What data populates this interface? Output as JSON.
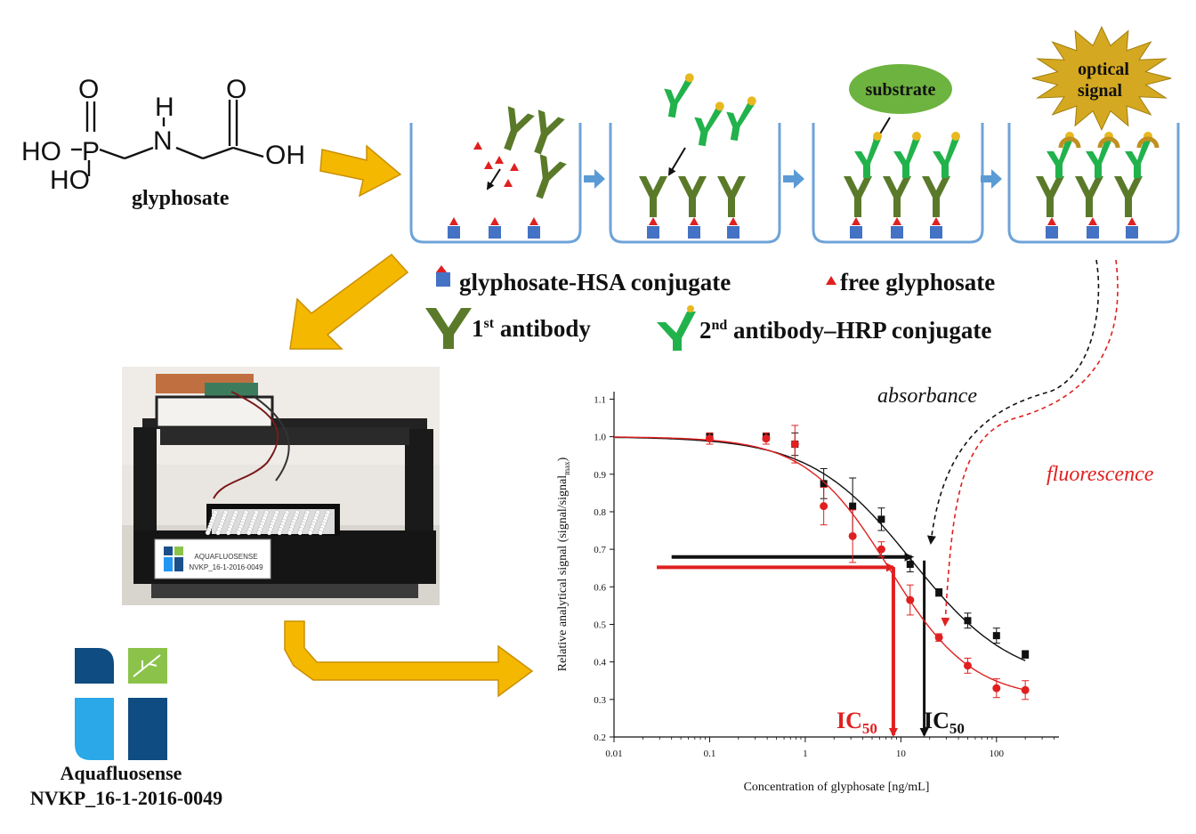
{
  "molecule": {
    "atoms": {
      "o_top_left": "O",
      "p": "P",
      "h_nh": "H",
      "n": "N",
      "o_top_right": "O",
      "ho_left": "HO",
      "ho_bottom": "HO",
      "oh_right": "OH"
    },
    "name": "glyphosate"
  },
  "labels": {
    "substrate": "substrate",
    "optical_signal_1": "optical",
    "optical_signal_2": "signal"
  },
  "legend": {
    "conjugate": "glyphosate-HSA conjugate",
    "free": "free glyphosate",
    "first_ab_pre": "1",
    "first_ab_sup": "st",
    "first_ab_post": " antibody",
    "second_ab_pre": "2",
    "second_ab_sup": "nd",
    "second_ab_post": " antibody–HRP conjugate"
  },
  "device": {
    "label_line1": "AQUAFLUOSENSE",
    "label_line2": "NVKP_16-1-2016-0049"
  },
  "project": {
    "name": "Aquafluosense",
    "code": "NVKP_16-1-2016-0049"
  },
  "annotations": {
    "absorbance": "absorbance",
    "fluorescence": "fluorescence",
    "ic50_red": "IC",
    "ic50_red_sub": "50",
    "ic50_black": "IC",
    "ic50_black_sub": "50"
  },
  "colors": {
    "arrow_gold": "#F5B800",
    "well_blue": "#6FA3D8",
    "antibody_dark": "#5A7A2A",
    "antibody_light": "#22B24C",
    "hrp_gold": "#E8B820",
    "hsa_blue": "#4472C4",
    "red": "#E02020",
    "black": "#111111"
  },
  "chart_data": {
    "type": "scatter",
    "title": "",
    "xlabel": "Concentration of glyphosate [ng/mL]",
    "ylabel": "Relative analytical signal (signal/signal",
    "ylabel_sub": "max",
    "ylabel_close": ")",
    "xscale": "log",
    "xlim": [
      0.01,
      450
    ],
    "ylim": [
      0.2,
      1.12
    ],
    "xticks": [
      0.01,
      0.1,
      1,
      10,
      100
    ],
    "xtick_labels": [
      "0.01",
      "0.1",
      "1",
      "10",
      "100"
    ],
    "yticks": [
      0.2,
      0.3,
      0.4,
      0.5,
      0.6,
      0.7,
      0.8,
      0.9,
      1.0,
      1.1
    ],
    "ytick_labels": [
      "0.2",
      "0.3",
      "0.4",
      "0.5",
      "0.6",
      "0.7",
      "0.8",
      "0.9",
      "1.0",
      "1.1"
    ],
    "series": [
      {
        "color": "#111111",
        "marker": "square",
        "x": [
          0.1,
          0.39,
          0.78,
          1.56,
          3.13,
          6.25,
          12.5,
          25,
          50,
          100,
          200
        ],
        "y": [
          1.0,
          1.0,
          0.98,
          0.875,
          0.815,
          0.78,
          0.66,
          0.585,
          0.51,
          0.47,
          0.42
        ],
        "err": [
          0.01,
          0.01,
          0.03,
          0.04,
          0.075,
          0.03,
          0.02,
          0.01,
          0.02,
          0.02,
          0.01
        ],
        "fit": {
          "top": 1.0,
          "bottom": 0.34,
          "ic50": 13.0,
          "slope": 0.82
        }
      },
      {
        "color": "#E02020",
        "marker": "circle",
        "x": [
          0.1,
          0.39,
          0.78,
          1.56,
          3.13,
          6.25,
          12.5,
          25,
          50,
          100,
          200
        ],
        "y": [
          0.995,
          0.995,
          0.98,
          0.815,
          0.735,
          0.7,
          0.565,
          0.465,
          0.39,
          0.33,
          0.325
        ],
        "err": [
          0.015,
          0.015,
          0.05,
          0.05,
          0.07,
          0.02,
          0.04,
          0.01,
          0.02,
          0.025,
          0.025
        ],
        "fit": {
          "top": 1.0,
          "bottom": 0.3,
          "ic50": 7.5,
          "slope": 1.0
        }
      }
    ]
  }
}
